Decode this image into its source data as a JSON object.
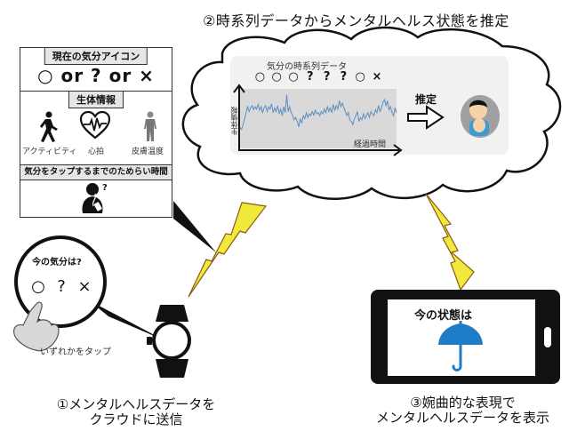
{
  "step2": {
    "title": "②時系列データからメンタルヘルス状態を推定",
    "chart_title": "気分の時系列データ",
    "mood_sequence": [
      "○",
      "○",
      "○",
      "?",
      "?",
      "?",
      "○",
      "×"
    ],
    "y_axis_label": "生体情報",
    "x_axis_label": "経過時間",
    "estimate_label": "推定",
    "result_icon": "sad-child-icon"
  },
  "chart_data": {
    "type": "line",
    "title": "気分の時系列データ",
    "xlabel": "経過時間",
    "ylabel": "生体情報",
    "grid": false,
    "legend": "none",
    "series": [
      {
        "name": "生体情報",
        "color": "#5b8fc2",
        "values": [
          0.35,
          0.32,
          0.4,
          0.5,
          0.6,
          0.7,
          0.62,
          0.68,
          0.72,
          0.65,
          0.7,
          0.66,
          0.74,
          0.64,
          0.7,
          0.6,
          0.68,
          0.72,
          0.62,
          0.7,
          0.66,
          0.75,
          0.6,
          0.68,
          0.62,
          0.72,
          0.58,
          0.66,
          0.55,
          0.7,
          0.6,
          0.9,
          0.62,
          0.7,
          0.6,
          0.55,
          0.48,
          0.52,
          0.45,
          0.36,
          0.5,
          0.42,
          0.55,
          0.5,
          0.6,
          0.52,
          0.58,
          0.55,
          0.62,
          0.56,
          0.64,
          0.58,
          0.6,
          0.55,
          0.62,
          0.58,
          0.66,
          0.6,
          0.7,
          0.62,
          0.68,
          0.6,
          0.74,
          0.64,
          0.72,
          0.66,
          0.8,
          0.7,
          0.76,
          0.68,
          0.62,
          0.55,
          0.6,
          0.48,
          0.45,
          0.4,
          0.5,
          0.55,
          0.62,
          0.45,
          0.52,
          0.48,
          0.58,
          0.5,
          0.55,
          0.6,
          0.52,
          0.62,
          0.58,
          0.55,
          0.65,
          0.6,
          0.72,
          0.62,
          0.68,
          0.78,
          0.82,
          0.72,
          0.8,
          0.65,
          0.7,
          0.6,
          0.55,
          0.68,
          0.6
        ]
      }
    ]
  },
  "left_panel": {
    "section1_header": "現在の気分アイコン",
    "mood_options_text": "○ or ? or ×",
    "section2_header": "生体情報",
    "bio_items": [
      {
        "icon": "walking-person-icon",
        "label": "アクティビティ"
      },
      {
        "icon": "heart-rate-icon",
        "label": "心拍"
      },
      {
        "icon": "body-thermal-icon",
        "label": "皮膚温度"
      }
    ],
    "section3_header": "気分をタップするまでのためらい時間",
    "section3_icon": "hesitating-person-icon"
  },
  "watch_bubble": {
    "question": "今の気分は?",
    "options": [
      "○",
      "?",
      "×"
    ],
    "tap_instruction": "いずれかをタップ"
  },
  "step1": {
    "caption_line1": "①メンタルヘルスデータを",
    "caption_line2": "クラウドに送信"
  },
  "step3": {
    "phone_label": "今の状態は",
    "phone_icon": "umbrella-icon",
    "umbrella_color": "#1f7cc6",
    "caption_line1": "③婉曲的な表現で",
    "caption_line2": "メンタルヘルスデータを表示"
  },
  "colors": {
    "lightning_fill": "#f2ea3a",
    "lightning_stroke": "#8a5a1a",
    "chart_bg": "#d9d9d9",
    "chart_line": "#5b8fc2"
  }
}
